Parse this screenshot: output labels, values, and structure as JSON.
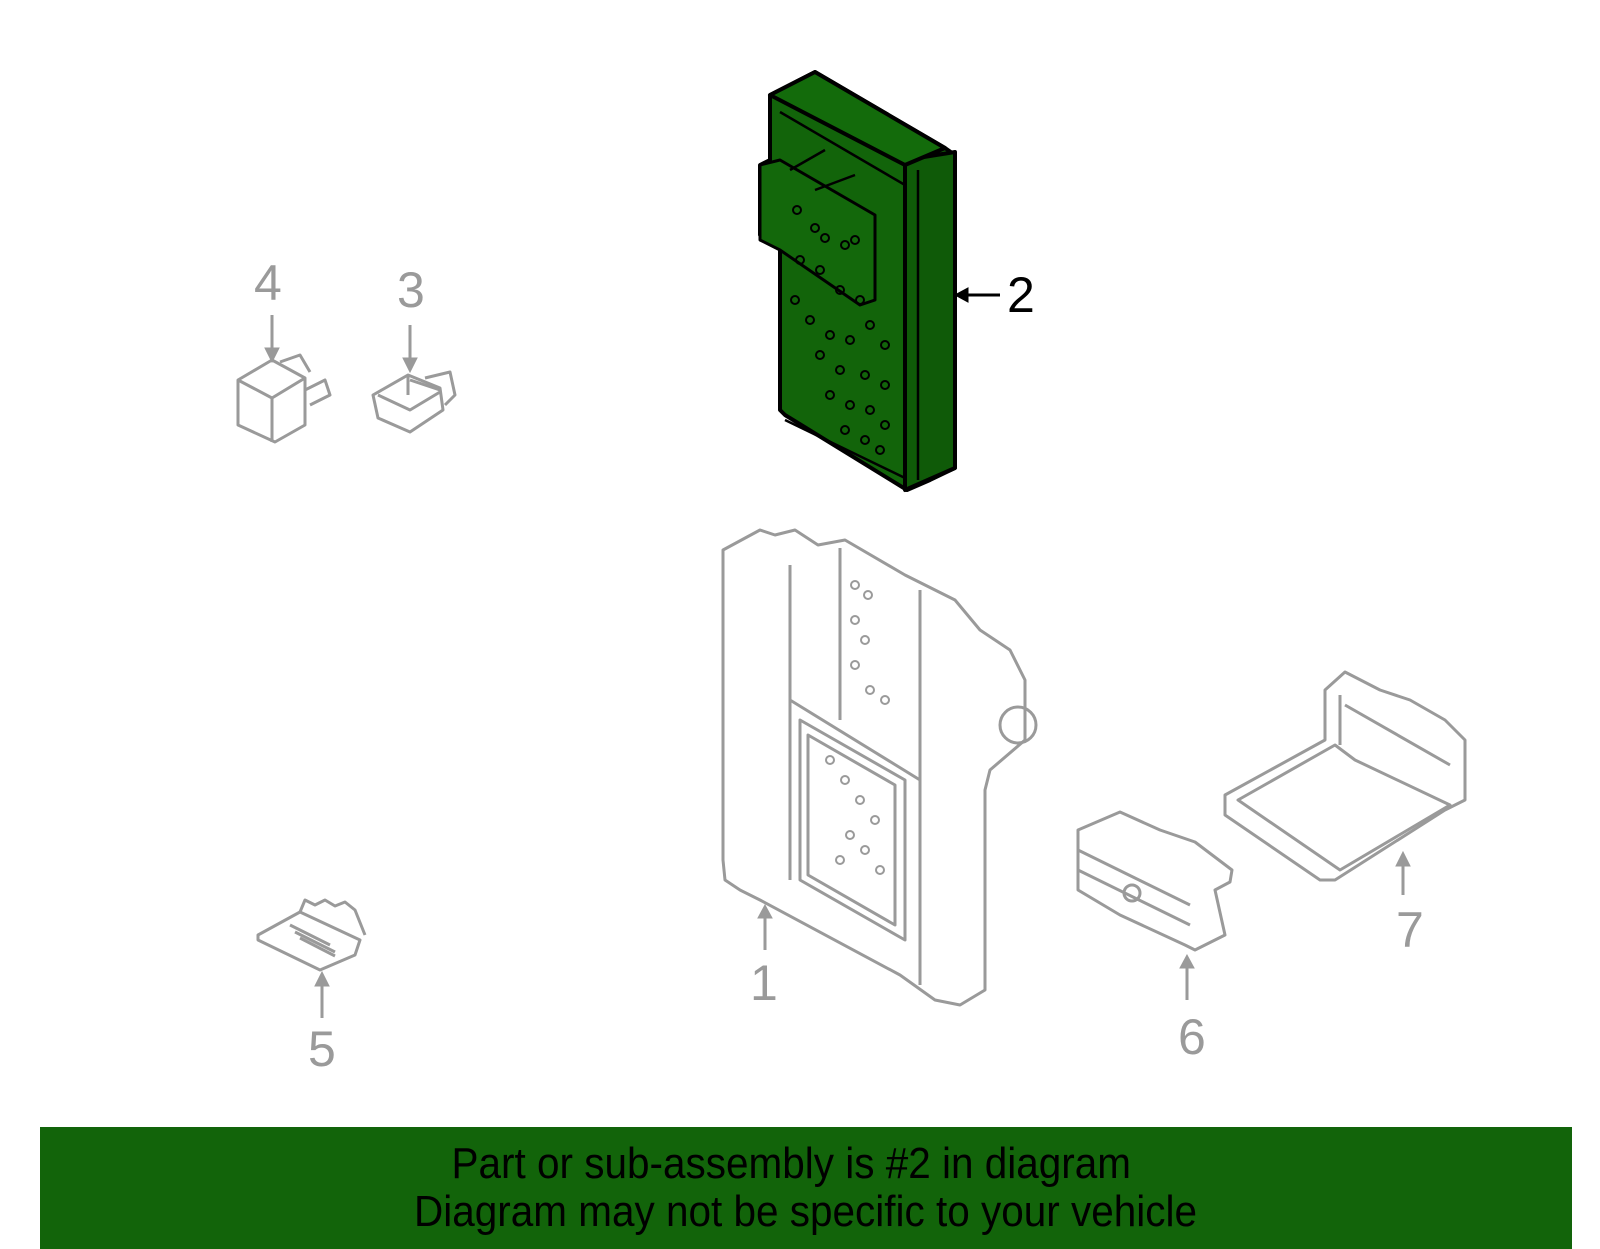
{
  "diagram": {
    "highlight_color": "#12640a",
    "inactive_color": "#9a9a9a",
    "outline_color": "#000000",
    "highlighted_part": "2",
    "callouts": [
      {
        "id": "1",
        "label": "1",
        "part": "fuse-box-housing",
        "highlighted": false
      },
      {
        "id": "2",
        "label": "2",
        "part": "body-control-module",
        "highlighted": true
      },
      {
        "id": "3",
        "label": "3",
        "part": "relay-small",
        "highlighted": false
      },
      {
        "id": "4",
        "label": "4",
        "part": "relay-large",
        "highlighted": false
      },
      {
        "id": "5",
        "label": "5",
        "part": "fuse",
        "highlighted": false
      },
      {
        "id": "6",
        "label": "6",
        "part": "connector",
        "highlighted": false
      },
      {
        "id": "7",
        "label": "7",
        "part": "bracket-tray",
        "highlighted": false
      }
    ]
  },
  "banner": {
    "line1": "Part or sub-assembly is #2 in diagram",
    "line2": "Diagram may not be specific to your vehicle",
    "background": "#12640a"
  }
}
